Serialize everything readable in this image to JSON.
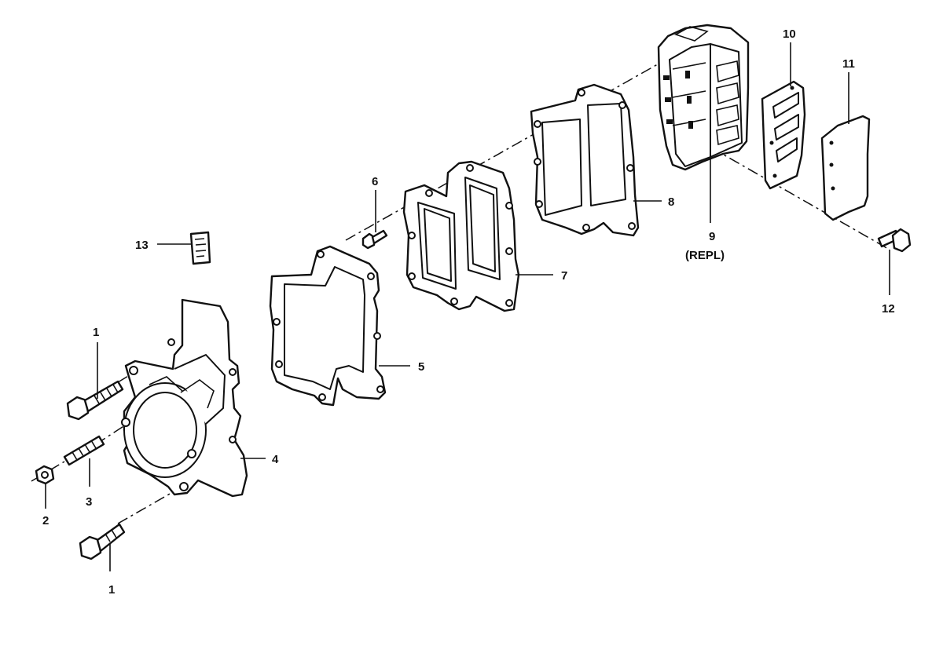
{
  "labels": {
    "l1a": "1",
    "l1b": "1",
    "l2": "2",
    "l3": "3",
    "l4": "4",
    "l5": "5",
    "l6": "6",
    "l7": "7",
    "l8": "8",
    "l9": "9",
    "l9sub": "(REPL)",
    "l10": "10",
    "l11": "11",
    "l12": "12",
    "l13": "13"
  },
  "colors": {
    "ink": "#111111",
    "paper": "#ffffff"
  }
}
